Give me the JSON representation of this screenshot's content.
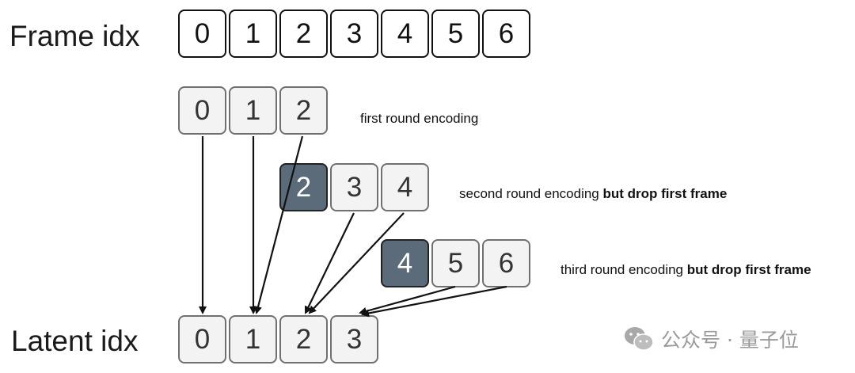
{
  "labels": {
    "frame_idx": "Frame idx",
    "latent_idx": "Latent idx"
  },
  "frames": [
    "0",
    "1",
    "2",
    "3",
    "4",
    "5",
    "6"
  ],
  "rounds": [
    {
      "cells": [
        "0",
        "1",
        "2"
      ],
      "caption": "first round encoding",
      "caption_bold": ""
    },
    {
      "cells": [
        "2",
        "3",
        "4"
      ],
      "caption": "second round encoding ",
      "caption_bold": "but drop first frame"
    },
    {
      "cells": [
        "4",
        "5",
        "6"
      ],
      "caption": "third round encoding ",
      "caption_bold": "but drop first frame"
    }
  ],
  "latents": [
    "0",
    "1",
    "2",
    "3"
  ],
  "watermark": "公众号 · 量子位",
  "colors": {
    "dropped_cell": "#5b6b7a",
    "kept_cell": "#f3f3f3",
    "frame_cell": "#ffffff"
  }
}
